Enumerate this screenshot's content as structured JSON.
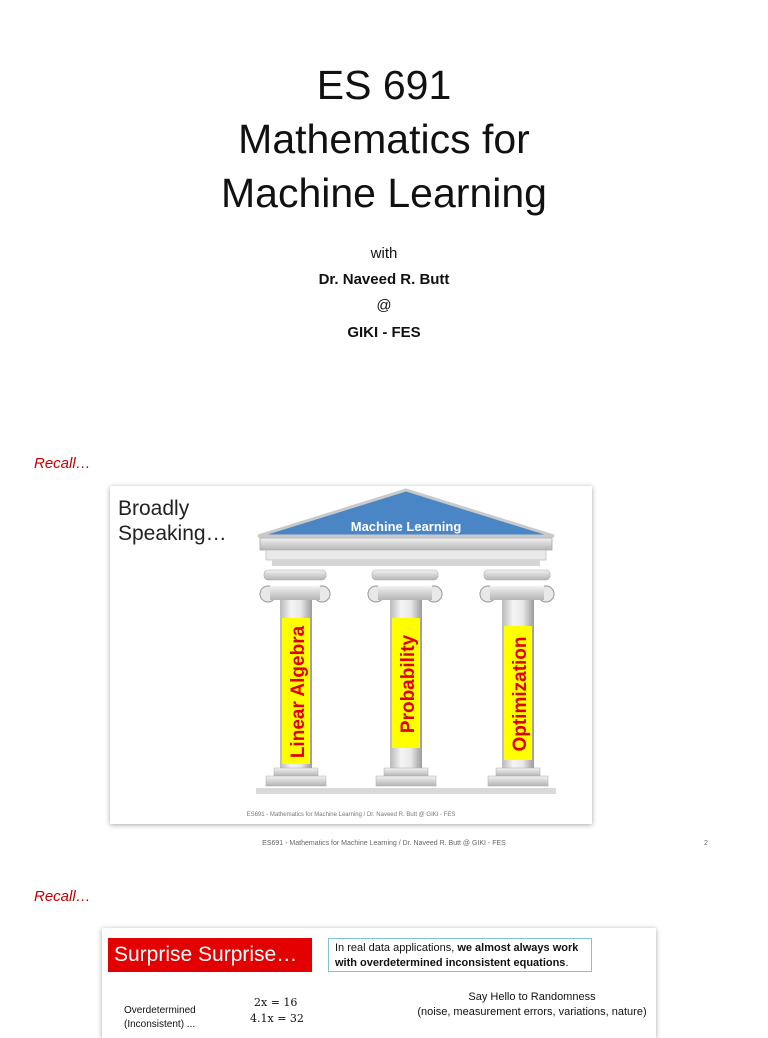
{
  "title": {
    "line1": "ES 691",
    "line2": "Mathematics for",
    "line3": "Machine Learning"
  },
  "subtitle": {
    "with": "with",
    "instructor": "Dr. Naveed R. Butt",
    "at": "@",
    "institution": "GIKI - FES"
  },
  "recall_label": "Recall…",
  "slide1": {
    "heading_line1": "Broadly",
    "heading_line2": "Speaking…",
    "roof_label": "Machine Learning",
    "pillars": [
      "Linear Algebra",
      "Probability",
      "Optimization"
    ],
    "footer": "ES691 - Mathematics for Machine Learning / Dr. Naveed R. Butt @ GIKI - FES"
  },
  "page_footer": "ES691 - Mathematics for Machine Learning / Dr. Naveed R. Butt @ GIKI - FES",
  "page_number": "2",
  "slide2": {
    "title": "Surprise Surprise…",
    "note_pre": "In real data applications, ",
    "note_bold1": "we almost always work",
    "note_bold2": "with overdetermined inconsistent equations",
    "note_post": ".",
    "label1": "Overdetermined",
    "label2": "(Inconsistent) ...",
    "eq1": "2x = 16",
    "eq2": "4.1x = 32",
    "hello_line1": "Say Hello to Randomness",
    "hello_line2": "(noise, measurement errors, variations, nature)"
  },
  "colors": {
    "recall": "#c00000",
    "surprise_bg": "#e30000",
    "roof_blue": "#4a86c5",
    "pillar_yellow": "#ffff00",
    "pillar_text": "#e00000"
  }
}
